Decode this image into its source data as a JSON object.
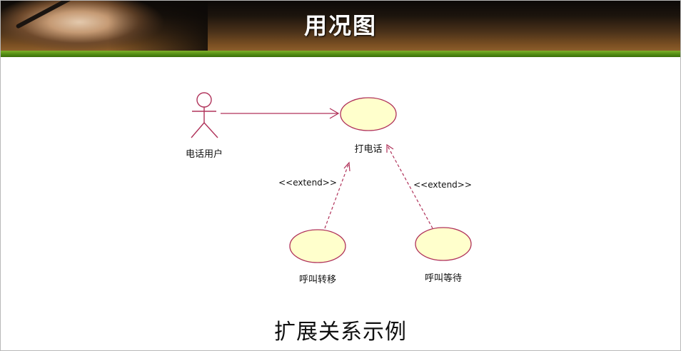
{
  "slide": {
    "title": "用况图",
    "caption": "扩展关系示例"
  },
  "diagram": {
    "actor": {
      "label": "电话用户"
    },
    "use_cases": {
      "main": "打电话",
      "transfer": "呼叫转移",
      "wait": "呼叫等待"
    },
    "relations": {
      "extend_left": "<<extend>>",
      "extend_right": "<<extend>>"
    }
  },
  "colors": {
    "line": "#b0325a",
    "ellipse_fill": "#ffffcc",
    "ellipse_stroke": "#b0325a",
    "banner_green": "#4f8a12"
  }
}
